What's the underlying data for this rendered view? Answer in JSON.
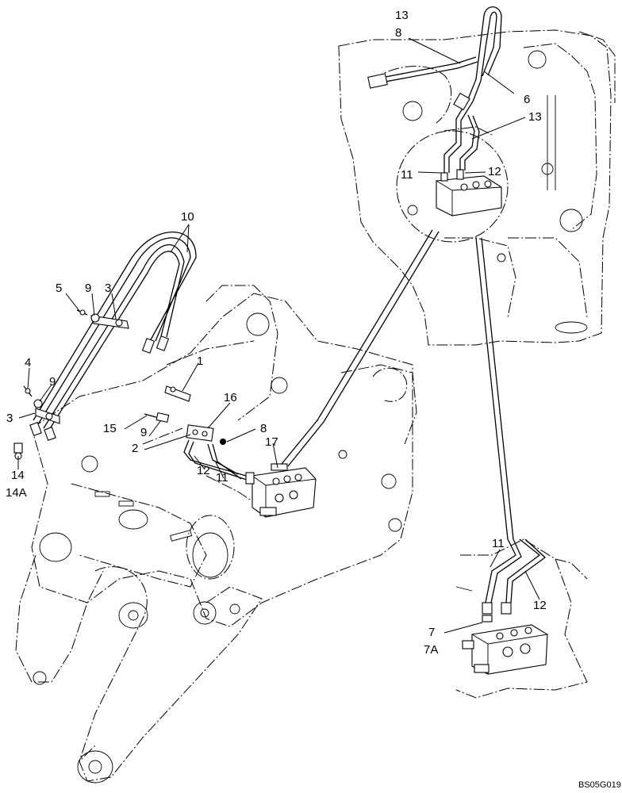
{
  "callouts": [
    {
      "id": "c13-top",
      "text": "13"
    },
    {
      "id": "c8-top",
      "text": "8"
    },
    {
      "id": "c6",
      "text": "6"
    },
    {
      "id": "c13-mid",
      "text": "13"
    },
    {
      "id": "c11-top",
      "text": "11"
    },
    {
      "id": "c12-top",
      "text": "12"
    },
    {
      "id": "c10",
      "text": "10"
    },
    {
      "id": "c5",
      "text": "5"
    },
    {
      "id": "c9-a",
      "text": "9"
    },
    {
      "id": "c3-a",
      "text": "3"
    },
    {
      "id": "c4",
      "text": "4"
    },
    {
      "id": "c9-b",
      "text": "9"
    },
    {
      "id": "c3-b",
      "text": "3"
    },
    {
      "id": "c1",
      "text": "1"
    },
    {
      "id": "c16",
      "text": "16"
    },
    {
      "id": "c15",
      "text": "15"
    },
    {
      "id": "c9-c",
      "text": "9"
    },
    {
      "id": "c2",
      "text": "2"
    },
    {
      "id": "c8-mid",
      "text": "8"
    },
    {
      "id": "c17",
      "text": "17"
    },
    {
      "id": "c12-mid",
      "text": "12"
    },
    {
      "id": "c11-mid",
      "text": "11"
    },
    {
      "id": "c14",
      "text": "14"
    },
    {
      "id": "c14a",
      "text": "14A"
    },
    {
      "id": "c11-bot",
      "text": "11"
    },
    {
      "id": "c12-bot",
      "text": "12"
    },
    {
      "id": "c7",
      "text": "7"
    },
    {
      "id": "c7a",
      "text": "7A"
    }
  ],
  "drawing_code": "BS05G019"
}
